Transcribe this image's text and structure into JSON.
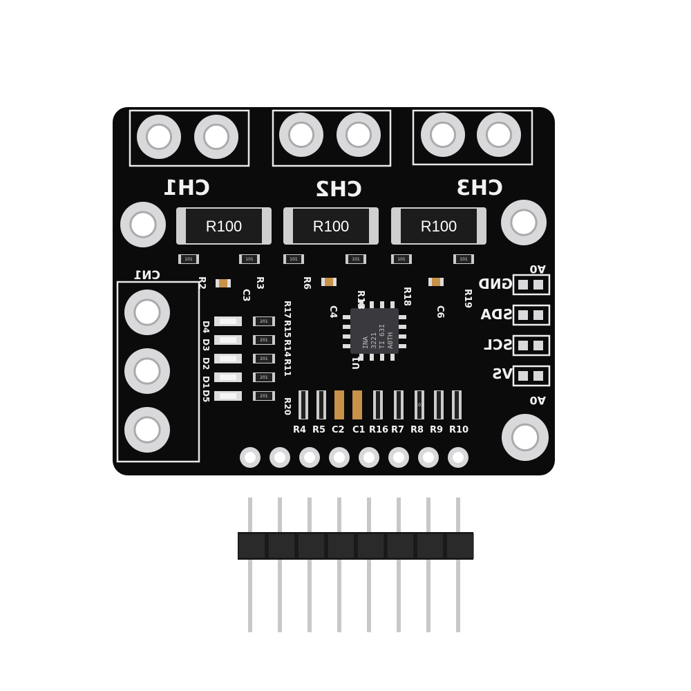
{
  "board": {
    "colors": {
      "pcb": "#0b0b0c",
      "silkscreen": "#f2f2f2",
      "pad": "#d9d9dc",
      "pin": "#c8c8c8",
      "header_plastic": "#1a1a1a"
    },
    "channel_labels": [
      "CH1",
      "CH2",
      "CH3"
    ],
    "shunt_resistors": [
      "R100",
      "R100",
      "R100"
    ],
    "connector_label": "CN1",
    "i2c_labels": [
      "GND",
      "SDA",
      "SCL",
      "VS"
    ],
    "address_labels": [
      "A0",
      "A0"
    ],
    "chip": {
      "designator": "U1",
      "marking": [
        "INA",
        "3221",
        "TI 63I",
        "A0TH"
      ]
    },
    "top_designators": [
      "R2",
      "C3",
      "R3",
      "R6",
      "C4",
      "R13",
      "R18",
      "C6",
      "R19"
    ],
    "left_designators": [
      "D4",
      "D3",
      "D2",
      "D1",
      "D5",
      "R17",
      "R15",
      "R14",
      "R11",
      "R20"
    ],
    "bottom_designators": [
      "R4",
      "R5",
      "C2",
      "C1",
      "R16",
      "R7",
      "R8",
      "R9",
      "R10"
    ],
    "smd_markings": [
      "101",
      "201",
      "103"
    ]
  },
  "header": {
    "pin_count": 8
  }
}
